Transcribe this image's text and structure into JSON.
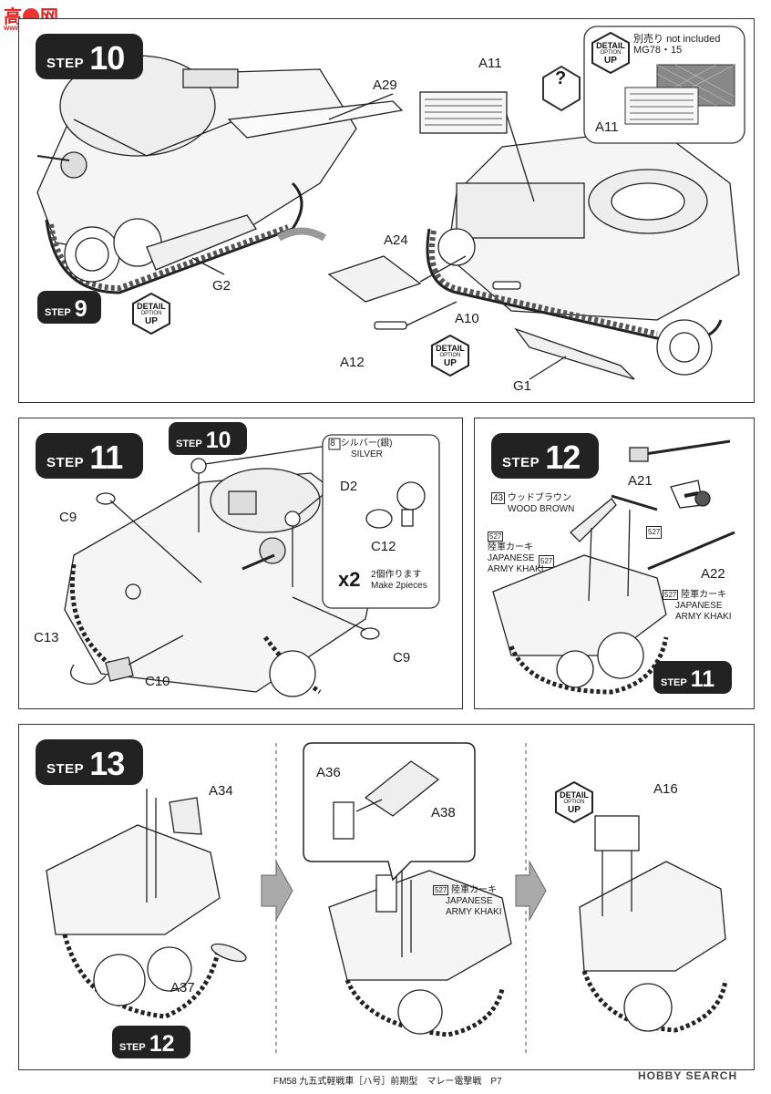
{
  "watermark_top": {
    "chars": "高",
    "site": "网",
    "url": "www.hobbysearch"
  },
  "step_word": "STEP",
  "detail_badge": {
    "line1": "DETAIL",
    "line2": "OPTION",
    "line3": "UP"
  },
  "panel10": {
    "step": "10",
    "substep": "9",
    "parts": {
      "a29": "A29",
      "g2": "G2",
      "a11": "A11",
      "a24": "A24",
      "a10": "A10",
      "a12": "A12",
      "g1": "G1"
    },
    "callout": {
      "jp": "別売り",
      "en": "not included",
      "code": "MG78・15",
      "part": "A11"
    }
  },
  "panel11": {
    "step": "11",
    "substep": "10",
    "parts": {
      "c9a": "C9",
      "c9b": "C9",
      "c13": "C13",
      "c10": "C10",
      "d2": "D2",
      "c12": "C12"
    },
    "color": {
      "num": "8",
      "jp": "シルバー(銀)",
      "en": "SILVER"
    },
    "count": {
      "mult": "x2",
      "jp": "2個作ります",
      "en": "Make 2pieces"
    }
  },
  "panel12": {
    "step": "12",
    "substep": "11",
    "parts": {
      "a21": "A21",
      "a22": "A22"
    },
    "color1": {
      "num": "43",
      "jp": "ウッドブラウン",
      "en": "WOOD BROWN"
    },
    "color2": {
      "num": "527",
      "jp": "陸軍カーキ",
      "en1": "JAPANESE",
      "en2": "ARMY KHAKI"
    },
    "color3": {
      "num": "527",
      "jp": "陸軍カーキ",
      "en1": "JAPANESE",
      "en2": "ARMY KHAKI"
    },
    "badge1": "527",
    "badge2": "527"
  },
  "panel13": {
    "step": "13",
    "substep": "12",
    "parts": {
      "a34": "A34",
      "a37": "A37",
      "a36": "A36",
      "a38": "A38",
      "a16": "A16"
    },
    "color": {
      "num": "527",
      "jp": "陸軍カーキ",
      "en1": "JAPANESE",
      "en2": "ARMY KHAKI"
    }
  },
  "footer": {
    "text": "FM58 九五式軽戦車［ハ号］前期型　マレー電撃戦　P7",
    "brand": "HOBBY SEARCH"
  }
}
